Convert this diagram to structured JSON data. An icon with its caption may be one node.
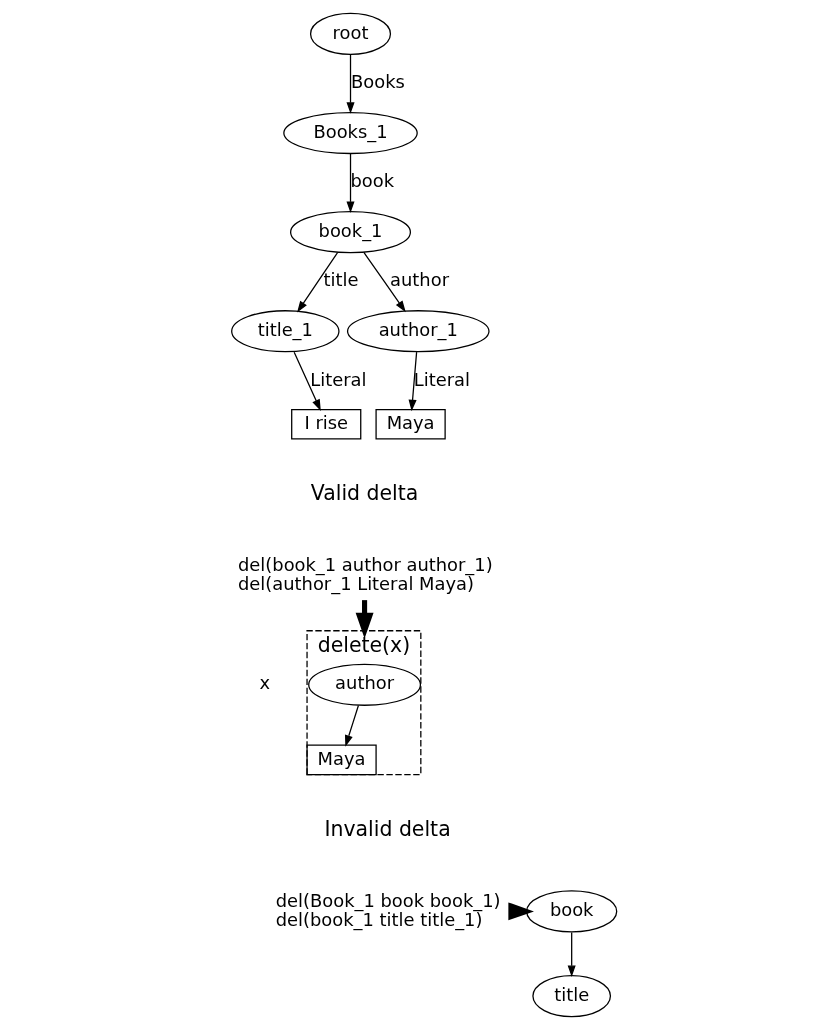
{
  "diagram": {
    "nodes": [
      {
        "text": [
          "root"
        ]
      },
      {
        "text": [
          "Books_1"
        ]
      },
      {
        "text": [
          "book_1"
        ]
      },
      {
        "text": [
          "title_1"
        ]
      },
      {
        "text": [
          "author_1"
        ]
      },
      {
        "text": [
          "I rise"
        ]
      },
      {
        "text": [
          "Maya"
        ]
      },
      {
        "text": [
          "del(book_1 author author_1)",
          "del(author_1 Literal Maya)"
        ]
      },
      {
        "text": [
          "delete(x)"
        ],
        "beside": [
          "x"
        ]
      },
      {
        "text": [
          "author"
        ],
        "in": 8
      },
      {
        "text": [
          "Maya"
        ],
        "in": 8
      },
      {
        "text": [
          "del(Book_1 book book_1)",
          "del(book_1 title title_1)"
        ]
      },
      {
        "text": [
          "book"
        ]
      },
      {
        "text": [
          "title"
        ]
      }
    ],
    "edges": [
      {
        "from": 0,
        "to": 1,
        "arrow": "to",
        "label": "Books"
      },
      {
        "from": 1,
        "to": 2,
        "arrow": "to",
        "label": "book"
      },
      {
        "from": 2,
        "to": 3,
        "arrow": "to",
        "label": "title"
      },
      {
        "from": 2,
        "to": 4,
        "arrow": "to",
        "label": "author"
      },
      {
        "from": 3,
        "to": 5,
        "arrow": "to",
        "label": "Literal"
      },
      {
        "from": 4,
        "to": 6,
        "arrow": "to",
        "label": "Literal"
      },
      {
        "from": 7,
        "to": 8,
        "arrow": "to",
        "style": "thick"
      },
      {
        "from": 9,
        "to": 10,
        "arrow": "to"
      },
      {
        "from": 11,
        "to": 12,
        "arrow": "to",
        "style": "thick"
      },
      {
        "from": 12,
        "to": 13,
        "arrow": "to"
      }
    ],
    "labels": [
      "Valid delta",
      "Invalid delta"
    ]
  }
}
